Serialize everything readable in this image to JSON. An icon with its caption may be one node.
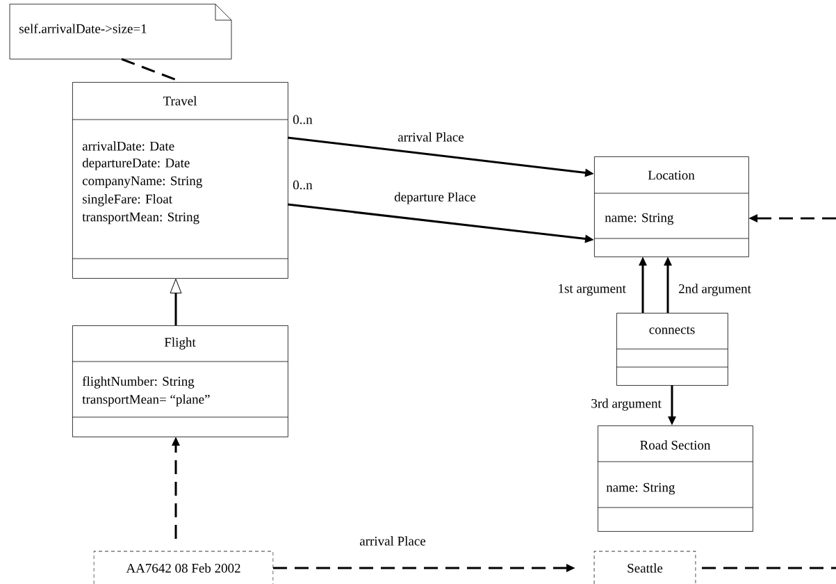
{
  "diagram": {
    "nodes": [
      {
        "text": [
          "self.arrivalDate->size=1"
        ]
      },
      {
        "text": [
          "Travel",
          "arrivalDate: Date",
          "departureDate: Date",
          "companyName: String",
          "singleFare: Float",
          "transportMean: String"
        ],
        "beside": [
          "0..n",
          "0..n"
        ]
      },
      {
        "text": [
          "Flight",
          "flightNumber: String",
          "transportMean= “plane”"
        ]
      },
      {
        "text": [
          "Location",
          "name: String"
        ]
      },
      {
        "text": [
          "connects"
        ]
      },
      {
        "text": [
          "Road Section",
          "name: String"
        ]
      },
      {
        "text": [
          "AA7642 08 Feb 2002"
        ]
      },
      {
        "text": [
          "Seattle"
        ]
      }
    ],
    "edges": [
      {
        "from": 0,
        "to": 1,
        "arrow": "none",
        "style": "dashed"
      },
      {
        "from": 1,
        "to": 3,
        "arrow": "to",
        "label": "arrival Place"
      },
      {
        "from": 1,
        "to": 3,
        "arrow": "to",
        "label": "departure Place"
      },
      {
        "from": 2,
        "to": 1,
        "arrow": "to"
      },
      {
        "from": 6,
        "to": 2,
        "arrow": "to",
        "style": "dashed"
      },
      {
        "from": 4,
        "to": 3,
        "arrow": "to",
        "label": "1st argument"
      },
      {
        "from": 4,
        "to": 3,
        "arrow": "to",
        "label": "2nd argument"
      },
      {
        "from": 4,
        "to": 5,
        "arrow": "to",
        "label": "3rd argument"
      },
      {
        "from": 6,
        "to": 7,
        "arrow": "to",
        "style": "dashed",
        "label": "arrival Place"
      },
      {
        "from": 7,
        "to": null,
        "arrow": "none",
        "style": "dashed"
      },
      {
        "from": null,
        "to": 3,
        "arrow": "to",
        "style": "dashed"
      }
    ]
  }
}
